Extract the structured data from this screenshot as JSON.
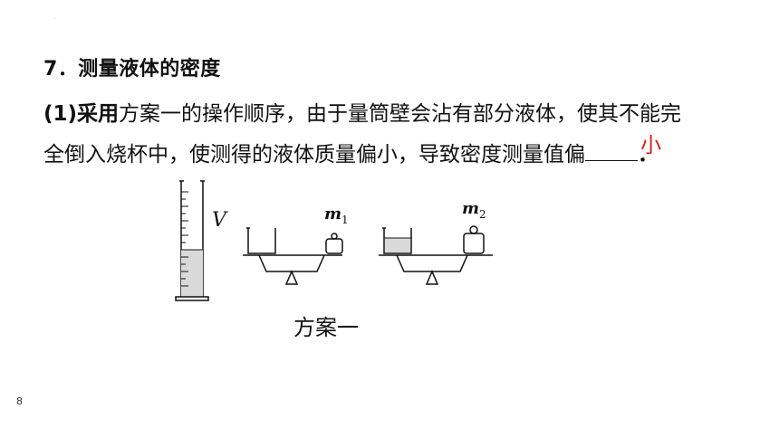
{
  "slide": {
    "title": "7．测量液体的密度",
    "question": {
      "lead": "(1)采用",
      "line1_rest": "方案一的操作顺序，由于量筒壁会沾有部分液体，使其不能完",
      "line2": "全倒入烧杯中，使测得的液体质量偏小，导致密度测量值偏",
      "answer": "小",
      "end": "．"
    },
    "figure": {
      "volume_label": "V",
      "mass1_label": "m",
      "mass1_sub": "1",
      "mass2_label": "m",
      "mass2_sub": "2",
      "caption": "方案一"
    },
    "page_number": "8"
  },
  "colors": {
    "answer": "#e0191b",
    "text": "#111111"
  }
}
